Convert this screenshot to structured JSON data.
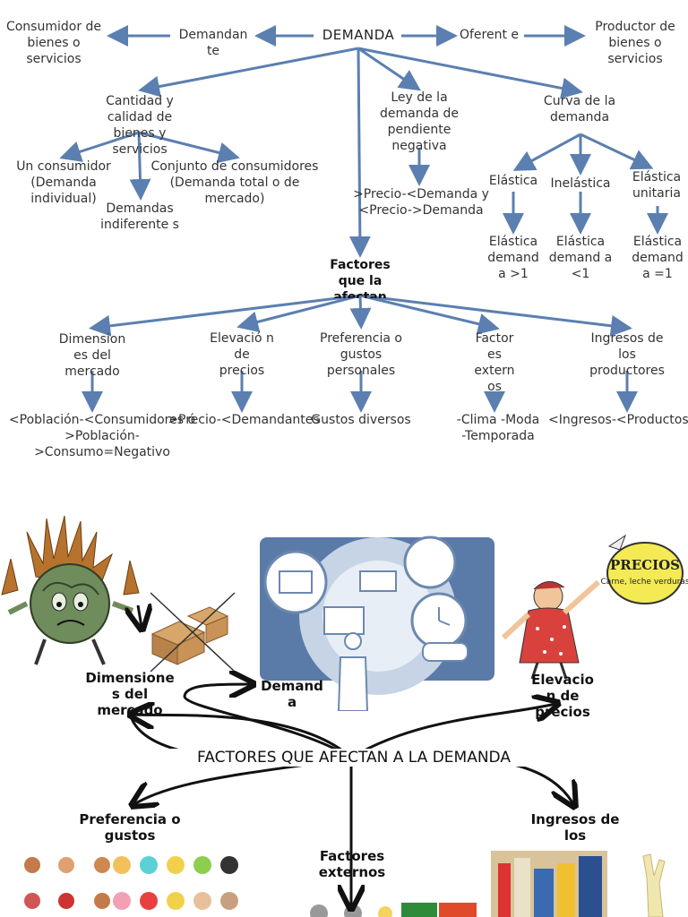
{
  "top_map": {
    "root": "DEMANDA",
    "demandante": "Demandan te",
    "oferente": "Oferent e",
    "consumidor": "Consumidor de bienes o servicios",
    "productor": "Productor de bienes o servicios",
    "cantidad": "Cantidad y calidad de bienes y servicios",
    "ley": "Ley de la demanda de pendiente negativa",
    "curva": "Curva de la demanda",
    "un_consumidor": "Un consumidor (Demanda individual)",
    "demandas_indif": "Demandas indiferente s",
    "conjunto": "Conjunto de consumidores (Demanda total o de mercado)",
    "ley_detail": ">Precio-<Demanda y <Precio->Demanda",
    "elastica": "Elástica",
    "inelastica": "Inelástica",
    "elastica_unitaria": "Elástica unitaria",
    "elastica_gt1": "Elástica demand a >1",
    "elastica_lt1": "Elástica demand a <1",
    "elastica_eq1": "Elástica demand a =1",
    "factores": "Factores que la afectan",
    "dimensiones": "Dimension es del mercado",
    "elevacion": "Elevació n de precios",
    "preferencia": "Preferencia o gustos personales",
    "factores_ext": "Factor es extern os",
    "ingresos": "Ingresos de los productores",
    "dim_detail": "<Población-<Consumidores ó >Población->Consumo=Negativo",
    "elev_detail": ">Precio-<Demandantes",
    "pref_detail": "Gustos diversos",
    "ext_detail": "-Clima -Moda -Temporada",
    "ing_detail": "<Ingresos-<Productos"
  },
  "bottom_map": {
    "title": "FACTORES QUE AFECTAN A LA DEMANDA",
    "demanda": "Demand a",
    "dimensiones": "Dimensione s del mercado",
    "elevacion": "Elevacio n de precios",
    "preferencia": "Preferencia o gustos",
    "factores_ext": "Factores externos",
    "ingresos": "Ingresos de los",
    "sign_text": "PRECIOS",
    "sign_subtext": "Carne, leche verduras"
  },
  "colors": {
    "arrow_blue": "#5b7fb0",
    "ink": "#111111",
    "demand_panel": "#5a7ba8"
  }
}
